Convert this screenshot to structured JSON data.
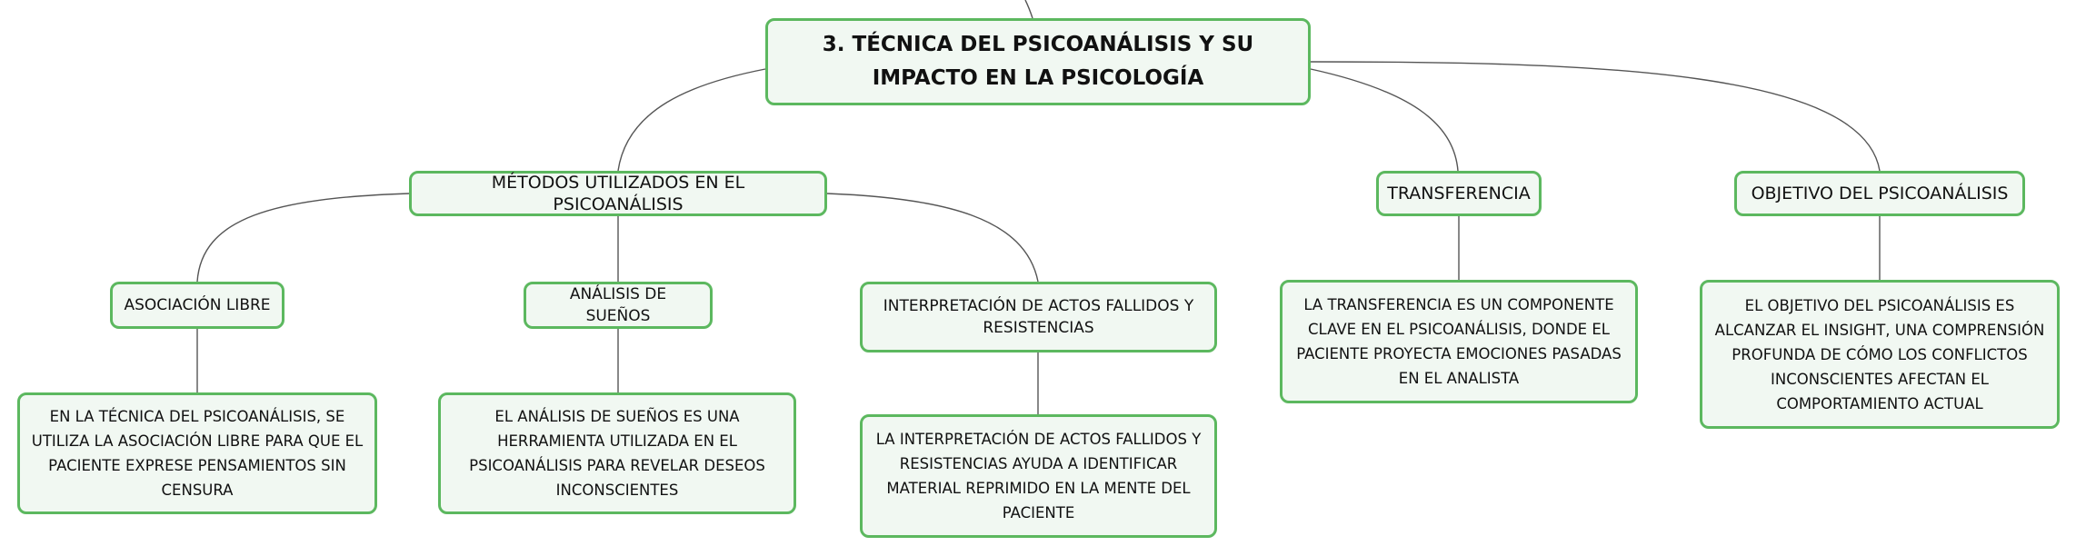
{
  "colors": {
    "node_border": "#5cb85f",
    "node_fill": "#f1f8f2",
    "link": "#555555"
  },
  "mindmap": {
    "root": "3. TÉCNICA DEL PSICOANÁLISIS Y SU IMPACTO EN LA PSICOLOGÍA",
    "metodos": {
      "label": "MÉTODOS UTILIZADOS EN EL PSICOANÁLISIS",
      "asociacion": {
        "label": "ASOCIACIÓN LIBRE",
        "detail": "EN LA TÉCNICA DEL PSICOANÁLISIS, SE UTILIZA LA ASOCIACIÓN LIBRE PARA QUE EL PACIENTE EXPRESE PENSAMIENTOS SIN CENSURA"
      },
      "suenos": {
        "label": "ANÁLISIS DE SUEÑOS",
        "detail": "EL ANÁLISIS DE SUEÑOS ES UNA HERRAMIENTA UTILIZADA EN EL PSICOANÁLISIS PARA REVELAR DESEOS INCONSCIENTES"
      },
      "actos": {
        "label": "INTERPRETACIÓN DE ACTOS FALLIDOS Y RESISTENCIAS",
        "detail": "LA INTERPRETACIÓN DE ACTOS FALLIDOS Y RESISTENCIAS AYUDA A IDENTIFICAR MATERIAL REPRIMIDO EN LA MENTE DEL PACIENTE"
      }
    },
    "transferencia": {
      "label": "TRANSFERENCIA",
      "detail": "LA TRANSFERENCIA ES UN COMPONENTE CLAVE EN EL PSICOANÁLISIS, DONDE EL PACIENTE PROYECTA EMOCIONES PASADAS EN EL ANALISTA"
    },
    "objetivo": {
      "label": "OBJETIVO DEL PSICOANÁLISIS",
      "detail": "EL OBJETIVO DEL PSICOANÁLISIS ES ALCANZAR EL INSIGHT, UNA COMPRENSIÓN PROFUNDA DE CÓMO LOS CONFLICTOS INCONSCIENTES AFECTAN EL COMPORTAMIENTO ACTUAL"
    }
  }
}
